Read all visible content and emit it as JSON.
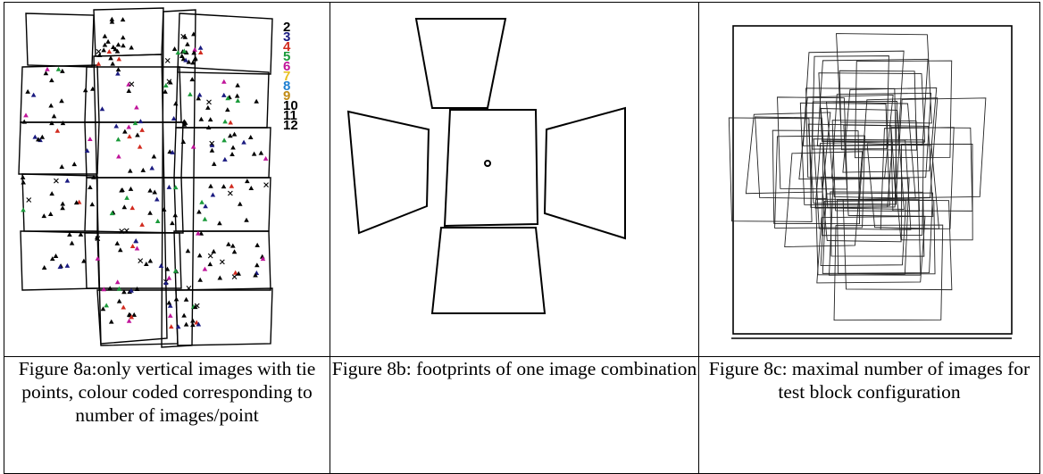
{
  "figures": [
    {
      "id": "8a",
      "caption": "Figure 8a:only vertical images with tie points, colour coded corresponding to number of images/point",
      "legend": [
        {
          "label": "2",
          "color": "#000000"
        },
        {
          "label": "3",
          "color": "#1a1a80"
        },
        {
          "label": "4",
          "color": "#d12a1e"
        },
        {
          "label": "5",
          "color": "#1a9a3a"
        },
        {
          "label": "6",
          "color": "#c0149a"
        },
        {
          "label": "7",
          "color": "#e8c020"
        },
        {
          "label": "8",
          "color": "#1f7fd0"
        },
        {
          "label": "9",
          "color": "#c08a14"
        },
        {
          "label": "10",
          "color": "#000000"
        },
        {
          "label": "11",
          "color": "#000000"
        },
        {
          "label": "12",
          "color": "#000000"
        }
      ]
    },
    {
      "id": "8b",
      "caption": "Figure 8b: footprints of one image combination"
    },
    {
      "id": "8c",
      "caption": "Figure 8c: maximal number of images for test block configuration"
    }
  ]
}
